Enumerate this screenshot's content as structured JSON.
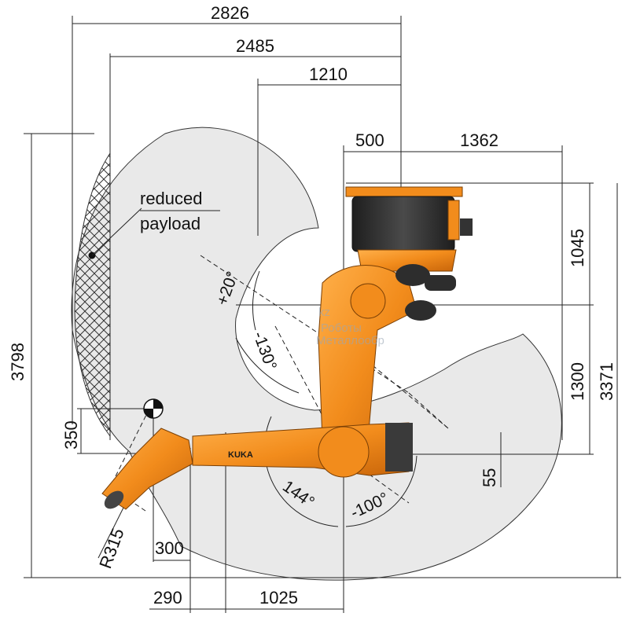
{
  "dimensions": {
    "top_2826": "2826",
    "top_2485": "2485",
    "top_1210": "1210",
    "top_500": "500",
    "top_1362": "1362",
    "left_3798": "3798",
    "right_1045": "1045",
    "right_1300": "1300",
    "right_3371": "3371",
    "left_350": "350",
    "right_55": "55",
    "bottom_300": "300",
    "bottom_290": "290",
    "bottom_1025": "1025",
    "radius_r315": "R315"
  },
  "angles": {
    "a_plus20": "+20°",
    "a_minus130": "-130°",
    "a_144": "144°",
    "a_minus100": "-100°"
  },
  "annotation": {
    "line1": "reduced",
    "line2": "payload"
  },
  "watermark": {
    "line1": "kz",
    "line2": "Роботы",
    "line3": "Металлообр"
  },
  "brand": {
    "arm_logo": "KUKA"
  },
  "colors": {
    "robot_orange": "#f28c1c",
    "robot_dark": "#2d2d2d",
    "workspace_fill": "#e9e9e9"
  }
}
